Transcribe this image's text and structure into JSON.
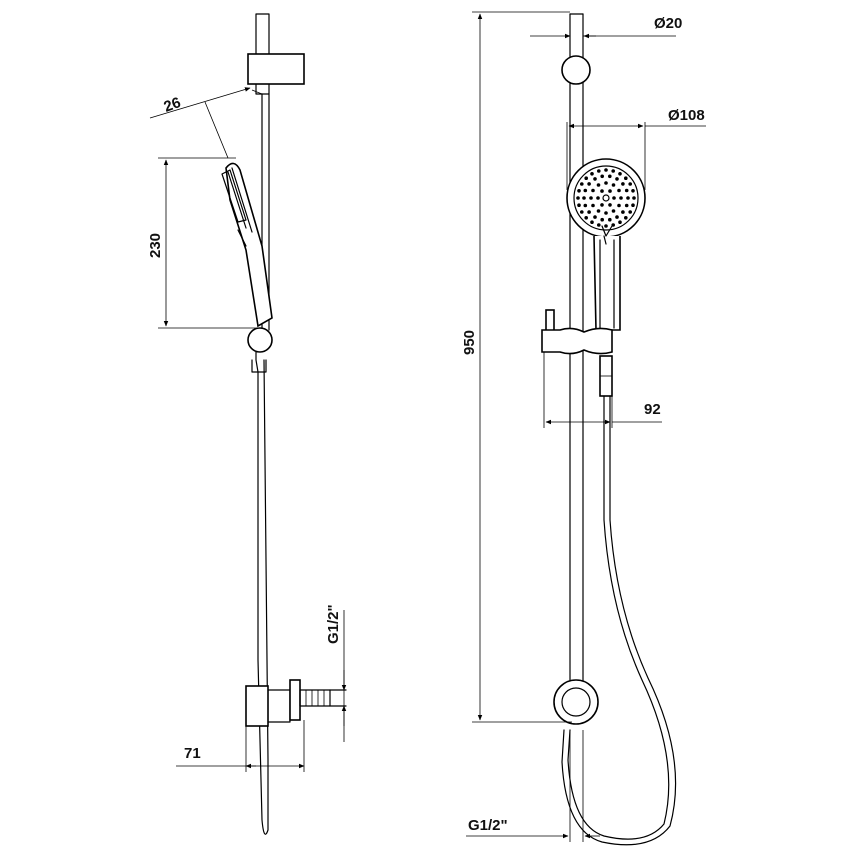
{
  "dimensions": {
    "side_angle": "26",
    "head_length": "230",
    "wall_offset": "71",
    "side_thread": "G1/2\"",
    "total_height": "950",
    "bar_diameter": "Ø20",
    "head_diameter": "Ø108",
    "holder_projection": "92",
    "front_thread": "G1/2\""
  }
}
